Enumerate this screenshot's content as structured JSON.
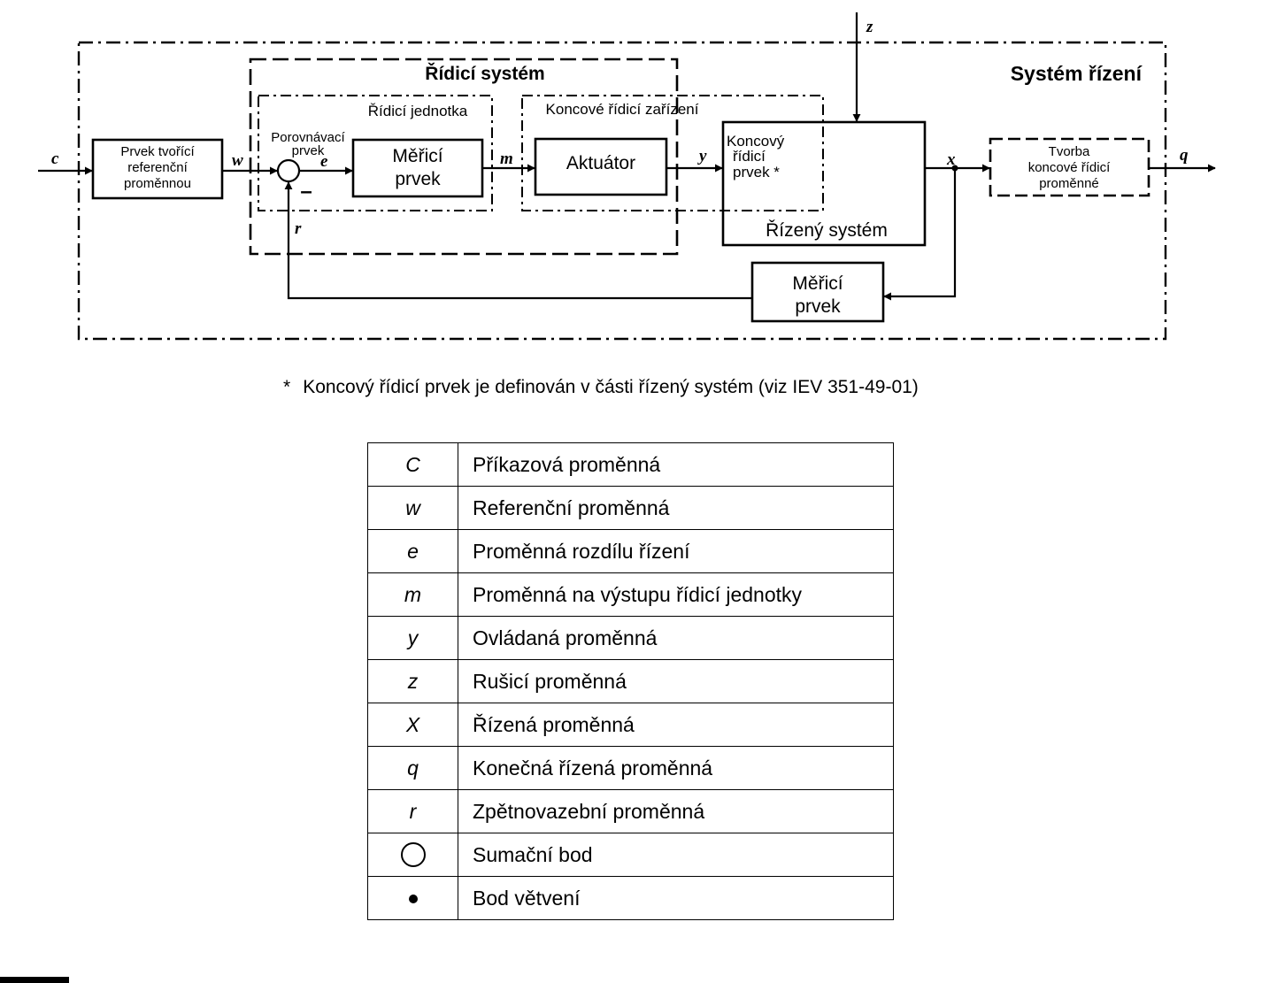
{
  "diagram": {
    "outer_label": "Systém řízení",
    "control_system_label": "Řídicí systém",
    "control_unit_label": "Řídicí jednotka",
    "final_device_label": "Koncové řídicí zařízení",
    "ref_former_lines": [
      "Prvek tvořící",
      "referenční",
      "proměnnou"
    ],
    "comparator_lines": [
      "Porovnávací",
      "prvek"
    ],
    "measuring_block_lines": [
      "Měřicí",
      "prvek"
    ],
    "actuator_label": "Aktuátor",
    "final_element_lines": [
      "Koncový",
      "řídicí",
      "prvek *"
    ],
    "controlled_system_label": "Řízený systém",
    "feedback_block_lines": [
      "Měřicí",
      "prvek"
    ],
    "final_var_former_lines": [
      "Tvorba",
      "koncové řídicí",
      "proměnné"
    ],
    "minus_sign": "–",
    "signals": {
      "c": "c",
      "w": "w",
      "e": "e",
      "m": "m",
      "y": "y",
      "z": "z",
      "x": "x",
      "q": "q",
      "r": "r"
    }
  },
  "footnote": {
    "marker": "*",
    "text": "Koncový řídicí prvek je definován v části řízený systém (viz IEV 351-49-01)"
  },
  "legend": [
    {
      "symbol": "C",
      "description": "Příkazová proměnná"
    },
    {
      "symbol": "w",
      "description": "Referenční proměnná"
    },
    {
      "symbol": "e",
      "description": "Proměnná rozdílu řízení"
    },
    {
      "symbol": "m",
      "description": "Proměnná na výstupu řídicí jednotky"
    },
    {
      "symbol": "y",
      "description": "Ovládaná proměnná"
    },
    {
      "symbol": "z",
      "description": "Rušicí proměnná"
    },
    {
      "symbol": "X",
      "description": "Řízená proměnná"
    },
    {
      "symbol": "q",
      "description": "Konečná řízená proměnná"
    },
    {
      "symbol": "r",
      "description": "Zpětnovazební proměnná"
    },
    {
      "symbol_icon": "summing-point-circle",
      "description": "Sumační bod"
    },
    {
      "symbol_icon": "branch-point-dot",
      "description": "Bod větvení"
    }
  ]
}
